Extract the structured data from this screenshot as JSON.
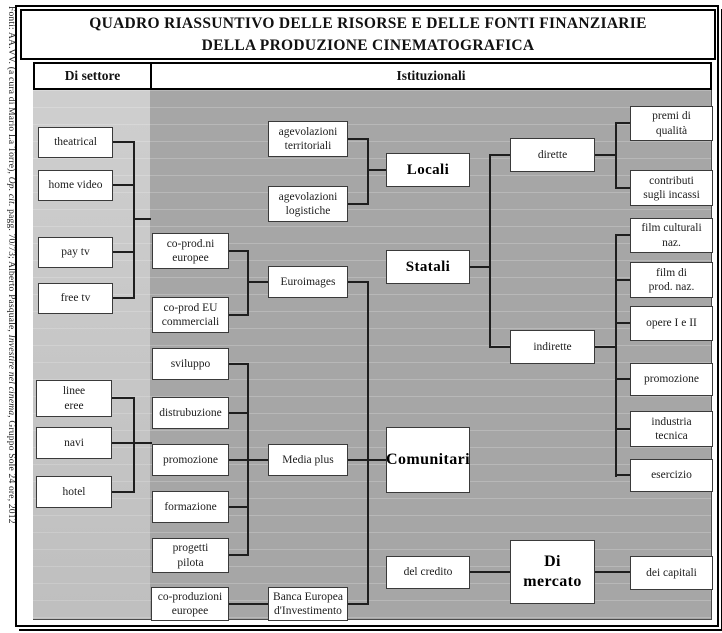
{
  "source_note": {
    "prefix": "Fonti: AA.VV. (a cura di Mario La Torre), ",
    "italic_1": "Op. cit.",
    "middle": " pagg. 70/73; Alberto Pasquale, ",
    "italic_2": "Investire nel cinema",
    "suffix": ", Gruppo Sole 24 ore, 2012"
  },
  "title_line_1": "QUADRO RIASSUNTIVO DELLE RISORSE E DELLE FONTI FINANZIARIE",
  "title_line_2": "DELLA PRODUZIONE CINEMATOGRAFICA",
  "column_headers": {
    "sector": "Di settore",
    "institutional": "Istituzionali"
  },
  "colors": {
    "sector_column_bg": "#c9c9c9",
    "institutional_column_bg": "#a6a6a6",
    "box_border": "#3a3a3a",
    "frame": "#000000"
  },
  "nodes": [
    {
      "id": "theatrical",
      "label": "theatrical",
      "bold": false
    },
    {
      "id": "home-video",
      "label": "home video",
      "bold": false
    },
    {
      "id": "pay-tv",
      "label": "pay tv",
      "bold": false
    },
    {
      "id": "free-tv",
      "label": "free tv",
      "bold": false
    },
    {
      "id": "linee-eree",
      "label": "linee\neree",
      "bold": false
    },
    {
      "id": "navi",
      "label": "navi",
      "bold": false
    },
    {
      "id": "hotel",
      "label": "hotel",
      "bold": false
    },
    {
      "id": "co-prod-ni-europee",
      "label": "co-prod.ni\neuropee",
      "bold": false
    },
    {
      "id": "co-prod-eu-commerciali",
      "label": "co-prod EU\ncommerciali",
      "bold": false
    },
    {
      "id": "sviluppo",
      "label": "sviluppo",
      "bold": false
    },
    {
      "id": "distrubuzione",
      "label": "distrubuzione",
      "bold": false
    },
    {
      "id": "promozione-media",
      "label": "promozione",
      "bold": false
    },
    {
      "id": "formazione",
      "label": "formazione",
      "bold": false
    },
    {
      "id": "progetti-pilota",
      "label": "progetti\npilota",
      "bold": false
    },
    {
      "id": "co-produzioni-europee",
      "label": "co-produzioni\neuropee",
      "bold": false
    },
    {
      "id": "agevolazioni-territoriali",
      "label": "agevolazioni\nterritoriali",
      "bold": false
    },
    {
      "id": "agevolazioni-logistiche",
      "label": "agevolazioni\nlogistiche",
      "bold": false
    },
    {
      "id": "euroimages",
      "label": "Euroimages",
      "bold": false
    },
    {
      "id": "media-plus",
      "label": "Media plus",
      "bold": false
    },
    {
      "id": "banca-europea-investimento",
      "label": "Banca Europea\nd'Investimento",
      "bold": false
    },
    {
      "id": "locali",
      "label": "Locali",
      "bold": true
    },
    {
      "id": "statali",
      "label": "Statali",
      "bold": true
    },
    {
      "id": "comunitari",
      "label": "Comunitari",
      "bold": true
    },
    {
      "id": "del-credito",
      "label": "del credito",
      "bold": false
    },
    {
      "id": "dirette",
      "label": "dirette",
      "bold": false
    },
    {
      "id": "indirette",
      "label": "indirette",
      "bold": false
    },
    {
      "id": "di-mercato",
      "label": "Di mercato",
      "bold": true
    },
    {
      "id": "premi-di-qualita",
      "label": "premi di\nqualità",
      "bold": false
    },
    {
      "id": "contributi-sugli-incassi",
      "label": "contributi\nsugli incassi",
      "bold": false
    },
    {
      "id": "film-culturali-naz",
      "label": "film culturali\nnaz.",
      "bold": false
    },
    {
      "id": "film-di-prod-naz",
      "label": "film di\nprod. naz.",
      "bold": false
    },
    {
      "id": "opere-i-e-ii",
      "label": "opere  I e II",
      "bold": false
    },
    {
      "id": "promozione-indiretta",
      "label": "promozione",
      "bold": false
    },
    {
      "id": "industria-tecnica",
      "label": "industria\ntecnica",
      "bold": false
    },
    {
      "id": "esercizio",
      "label": "esercizio",
      "bold": false
    },
    {
      "id": "dei-capitali",
      "label": "dei capitali",
      "bold": false
    }
  ]
}
